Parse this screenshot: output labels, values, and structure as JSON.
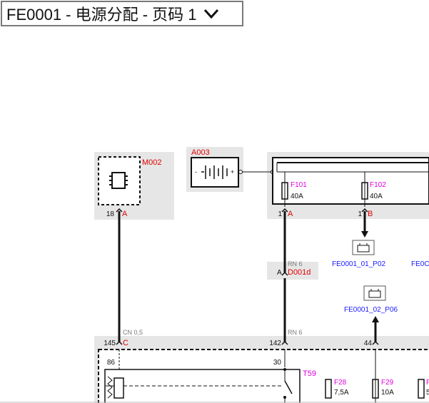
{
  "page_selector": {
    "label": "FE0001 - 电源分配 - 页码 1"
  },
  "components": {
    "m002": {
      "ref": "M002",
      "pin": "18",
      "pin_letter": "A"
    },
    "a003": {
      "ref": "A003"
    },
    "fusebox": {
      "fuse1": {
        "ref": "F101",
        "rating": "40A",
        "pin": "1",
        "pin_letter": "A"
      },
      "fuse2": {
        "ref": "F102",
        "rating": "40A",
        "pin": "1",
        "pin_letter": "B"
      }
    },
    "connector_d001d": {
      "pin": "A",
      "ref": "D001d",
      "wire": "RN 6"
    },
    "lower_box": {
      "pin_145": "145",
      "pin_145_letter": "C",
      "wire_145": "CN 0,5",
      "pin_142": "142",
      "wire_142": "RN 6",
      "pin_44": "44",
      "pin_86": "86",
      "pin_30": "30",
      "relay": "T59",
      "f28": {
        "ref": "F28",
        "rating": "7,5A"
      },
      "f29": {
        "ref": "F29",
        "rating": "10A"
      },
      "f_partial": {
        "ref": "F",
        "rating": "5"
      }
    }
  },
  "links": {
    "link1": "FE0001_01_P02",
    "link2": "FE0001_02_P06",
    "link3_partial": "FE0C"
  },
  "battery_signs": {
    "minus": "-",
    "plus": "+"
  }
}
